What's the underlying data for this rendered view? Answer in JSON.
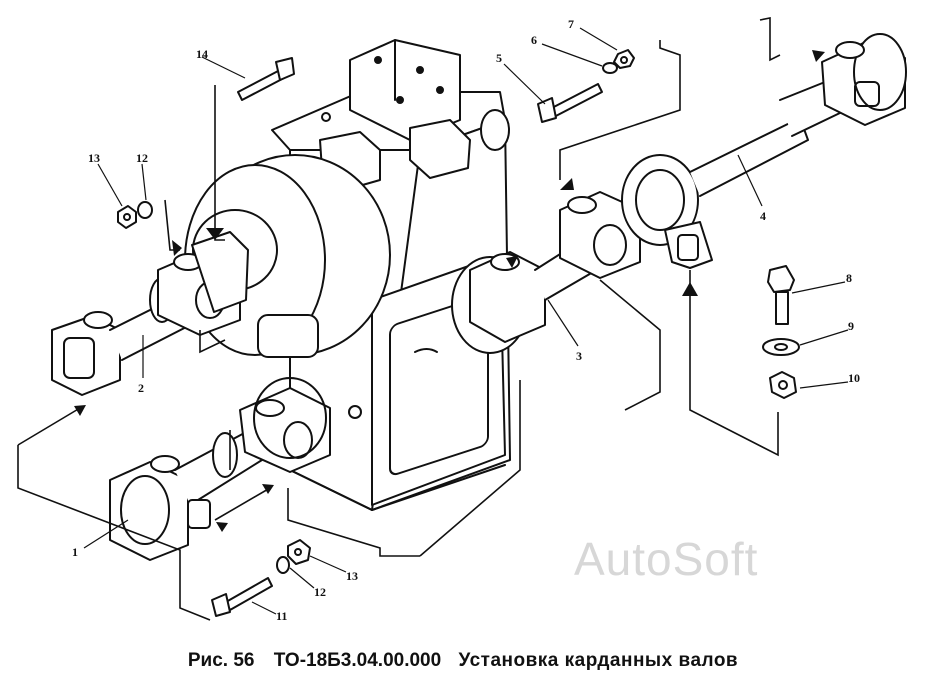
{
  "watermark": "AutoSoft",
  "caption": {
    "figure_label": "Рис. 56",
    "code": "ТО-18Б3.04.00.000",
    "title": "Установка карданных валов"
  },
  "callouts": {
    "c1": "1",
    "c2": "2",
    "c3": "3",
    "c4": "4",
    "c5": "5",
    "c6": "6",
    "c7": "7",
    "c8": "8",
    "c9": "9",
    "c10": "10",
    "c11": "11",
    "c12a": "12",
    "c12b": "12",
    "c13a": "13",
    "c13b": "13",
    "c14": "14"
  }
}
